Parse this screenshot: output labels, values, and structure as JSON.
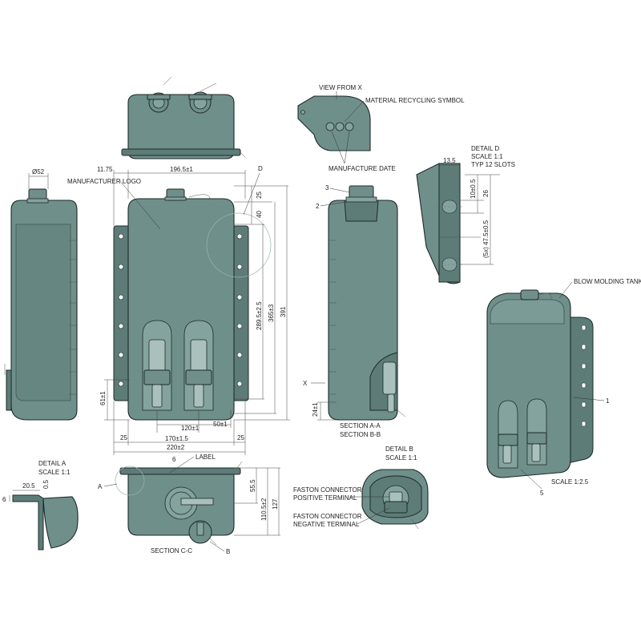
{
  "colors": {
    "tank_fill": "#6f8f8a",
    "line": "#1d2a28",
    "background": "#ffffff"
  },
  "dimensions": {
    "d52": "Ø52",
    "d11_75": "11.75",
    "d196_5": "196.5±1",
    "d25_top": "25",
    "d40": "40",
    "d289_5": "289.5±2.5",
    "d365": "365±3",
    "d391": "391",
    "d61": "61±1",
    "d120": "120±1",
    "d50": "50±1",
    "d25_left": "25",
    "d170": "170±1.5",
    "d25_right": "25",
    "d220": "220±2",
    "d24": "24±1",
    "d20_5": "20.5",
    "d0_5": "0.5",
    "d6_detail": "6",
    "d6_label": "6",
    "d55_5": "55.5",
    "d110_5": "110.5±2",
    "d127": "127",
    "d13_5": "13.5",
    "d10": "10±0.5",
    "d26": "26",
    "d5x": "(5x)",
    "d47_5": "47.5±0.5"
  },
  "labels": {
    "manufacturer_logo": "MANUFACTURER LOGO",
    "view_from_x": "VIEW FROM X",
    "material_recycling": "MATERIAL RECYCLING SYMBOL",
    "manufacture_date": "MANUFACTURE DATE",
    "detail_d": "DETAIL D",
    "detail_d_scale": "SCALE 1:1",
    "detail_d_typ": "TYP 12 SLOTS",
    "d_marker": "D",
    "blow_molding": "BLOW MOLDING TANK",
    "section_aa": "SECTION A-A",
    "section_bb": "SECTION B-B",
    "x_marker": "X",
    "callout_1": "1",
    "callout_2": "2",
    "callout_3": "3",
    "callout_5": "5",
    "scale_iso": "SCALE 1:2.5",
    "detail_a": "DETAIL A",
    "detail_a_scale": "SCALE 1:1",
    "a_marker": "A",
    "label_word": "LABEL",
    "section_cc": "SECTION C-C",
    "b_marker": "B",
    "detail_b": "DETAIL B",
    "detail_b_scale": "SCALE 1:1",
    "faston_connector_1": "FASTON CONNECTOR",
    "positive_terminal": "POSITIVE TERMINAL",
    "faston_connector_2": "FASTON CONNECTOR",
    "negative_terminal": "NEGATIVE TERMINAL"
  }
}
